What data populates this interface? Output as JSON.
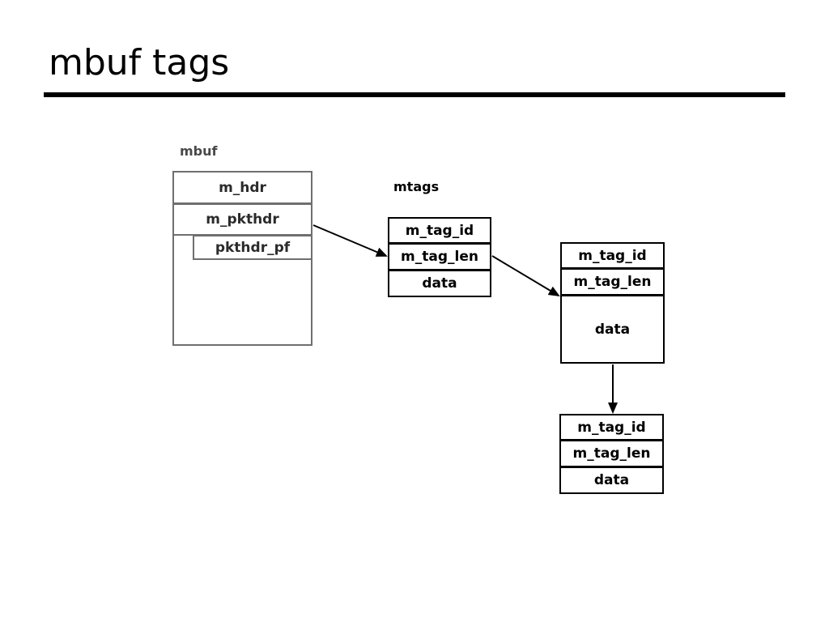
{
  "slide": {
    "title": "mbuf tags"
  },
  "diagram": {
    "captions": {
      "mbuf": "mbuf",
      "mtags": "mtags"
    },
    "mbuf_struct": {
      "name": "mbuf",
      "rows": [
        {
          "label": "m_hdr"
        },
        {
          "label": "m_pkthdr"
        },
        {
          "label": "pkthdr_pf"
        },
        {
          "label": ""
        }
      ]
    },
    "mtags": [
      {
        "id_label": "m_tag_id",
        "len_label": "m_tag_len",
        "data_label": "data"
      },
      {
        "id_label": "m_tag_id",
        "len_label": "m_tag_len",
        "data_label": "data"
      },
      {
        "id_label": "m_tag_id",
        "len_label": "m_tag_len",
        "data_label": "data"
      }
    ],
    "arrows": [
      {
        "name": "mbuf-to-mtag1",
        "from": "m_pkthdr",
        "to": "mtag-1"
      },
      {
        "name": "mtag1-to-mtag2",
        "from": "mtag-1",
        "to": "mtag-2"
      },
      {
        "name": "mtag2-to-mtag3",
        "from": "mtag-2",
        "to": "mtag-3"
      }
    ]
  },
  "colors": {
    "background": "#ffffff",
    "title_text": "#000000",
    "title_rule": "#000000",
    "mbuf_border": "#6f6f6f",
    "mbuf_caption": "#494949",
    "mtag_border": "#000000",
    "text": "#000000",
    "arrow": "#000000"
  }
}
